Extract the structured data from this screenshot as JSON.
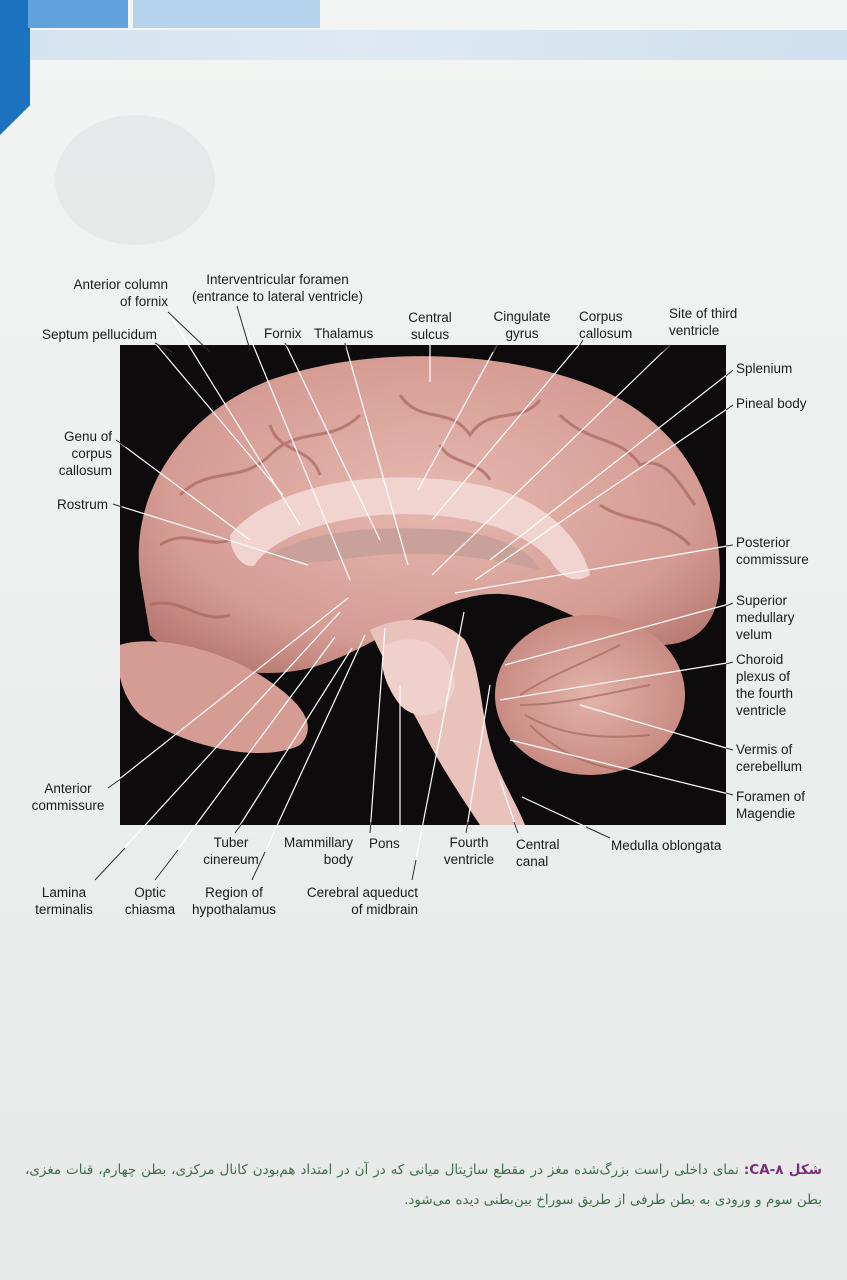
{
  "labels": {
    "anterior_column_of_fornix": [
      "Anterior column",
      "of fornix"
    ],
    "interventricular_foramen": [
      "Interventricular foramen",
      "(entrance to lateral ventricle)"
    ],
    "septum_pellucidum": "Septum pellucidum",
    "fornix": "Fornix",
    "thalamus": "Thalamus",
    "central_sulcus": [
      "Central",
      "sulcus"
    ],
    "cingulate_gyrus": [
      "Cingulate",
      "gyrus"
    ],
    "corpus_callosum": [
      "Corpus",
      "callosum"
    ],
    "site_of_third_ventricle": [
      "Site of third",
      "ventricle"
    ],
    "splenium": "Splenium",
    "pineal_body": "Pineal body",
    "genu_of_corpus_callosum": [
      "Genu of",
      "corpus",
      "callosum"
    ],
    "rostrum": "Rostrum",
    "posterior_commissure": [
      "Posterior",
      "commissure"
    ],
    "superior_medullary_velum": [
      "Superior",
      "medullary",
      "velum"
    ],
    "choroid_plexus": [
      "Choroid",
      "plexus of",
      "the fourth",
      "ventricle"
    ],
    "vermis_of_cerebellum": [
      "Vermis of",
      "cerebellum"
    ],
    "foramen_of_magendie": [
      "Foramen of",
      "Magendie"
    ],
    "anterior_commissure": [
      "Anterior",
      "commissure"
    ],
    "tuber_cinereum": [
      "Tuber",
      "cinereum"
    ],
    "mammillary_body": [
      "Mammillary",
      "body"
    ],
    "pons": "Pons",
    "fourth_ventricle": [
      "Fourth",
      "ventricle"
    ],
    "central_canal": [
      "Central",
      "canal"
    ],
    "medulla_oblongata": "Medulla oblongata",
    "lamina_terminalis": [
      "Lamina",
      "terminalis"
    ],
    "optic_chiasma": [
      "Optic",
      "chiasma"
    ],
    "region_of_hypothalamus": [
      "Region of",
      "hypothalamus"
    ],
    "cerebral_aqueduct": [
      "Cerebral aqueduct",
      "of midbrain"
    ]
  },
  "caption": {
    "figure_label": "شکل CA-۸:",
    "text": "نمای داخلی راست بزرگ‌شده مغز در مقطع ساژیتال میانی که در آن در امتداد هم‌بودن کانال مرکزی، بطن چهارم، قنات مغزی، بطن سوم و ورودی به بطن طرفی از طریق سوراخ بین‌بطنی دیده می‌شود."
  },
  "colors": {
    "accent_blue": "#1b73bf",
    "caption_text": "#3f6e4a",
    "caption_label": "#7a2e7a",
    "brain_tissue": "#dba7a0",
    "photo_background": "#0d0b0b"
  }
}
